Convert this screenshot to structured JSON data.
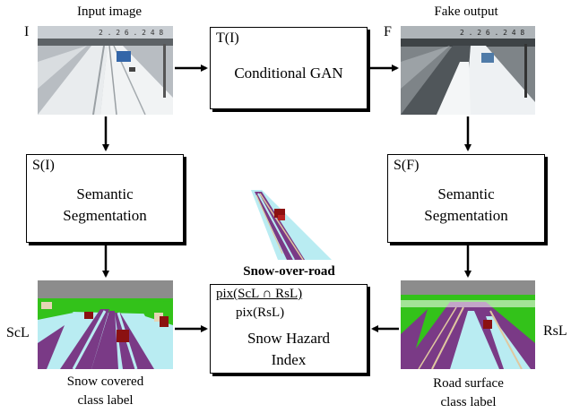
{
  "labels": {
    "input_image": "Input image",
    "fake_output": "Fake output",
    "I": "I",
    "F": "F",
    "ScL": "ScL",
    "RsL": "RsL",
    "snow_covered_line1": "Snow covered",
    "snow_covered_line2": "class label",
    "road_surface_line1": "Road surface",
    "road_surface_line2": "class label",
    "snow_over_road": "Snow-over-road"
  },
  "boxes": {
    "gan": {
      "tag": "T(I)",
      "text": "Conditional GAN"
    },
    "seg_left": {
      "tag": "S(I)",
      "line1": "Semantic",
      "line2": "Segmentation"
    },
    "seg_right": {
      "tag": "S(F)",
      "line1": "Semantic",
      "line2": "Segmentation"
    },
    "hazard": {
      "numerator": "pix(ScL ∩ RsL)",
      "denominator": "pix(RsL)",
      "line1": "Snow Hazard",
      "line2": "Index"
    }
  },
  "colors": {
    "purple": "#7a3a86",
    "cyan": "#b9ecf2",
    "green": "#33c21a",
    "gray": "#8c8c8c",
    "red": "#8b1111"
  }
}
